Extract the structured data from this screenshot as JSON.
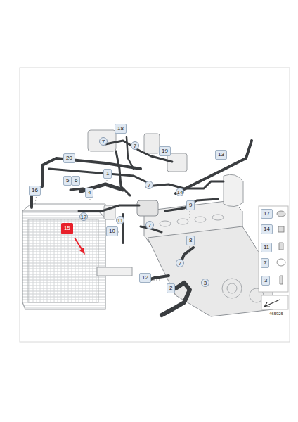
{
  "diagram": {
    "labels": [
      "18",
      "7",
      "7",
      "19",
      "13",
      "20",
      "1",
      "16",
      "5",
      "6",
      "4",
      "14",
      "7",
      "9",
      "17",
      "11",
      "7",
      "15",
      "10",
      "8",
      "12",
      "7",
      "2",
      "3",
      "17",
      "14",
      "11",
      "7",
      "3",
      "465925"
    ]
  }
}
